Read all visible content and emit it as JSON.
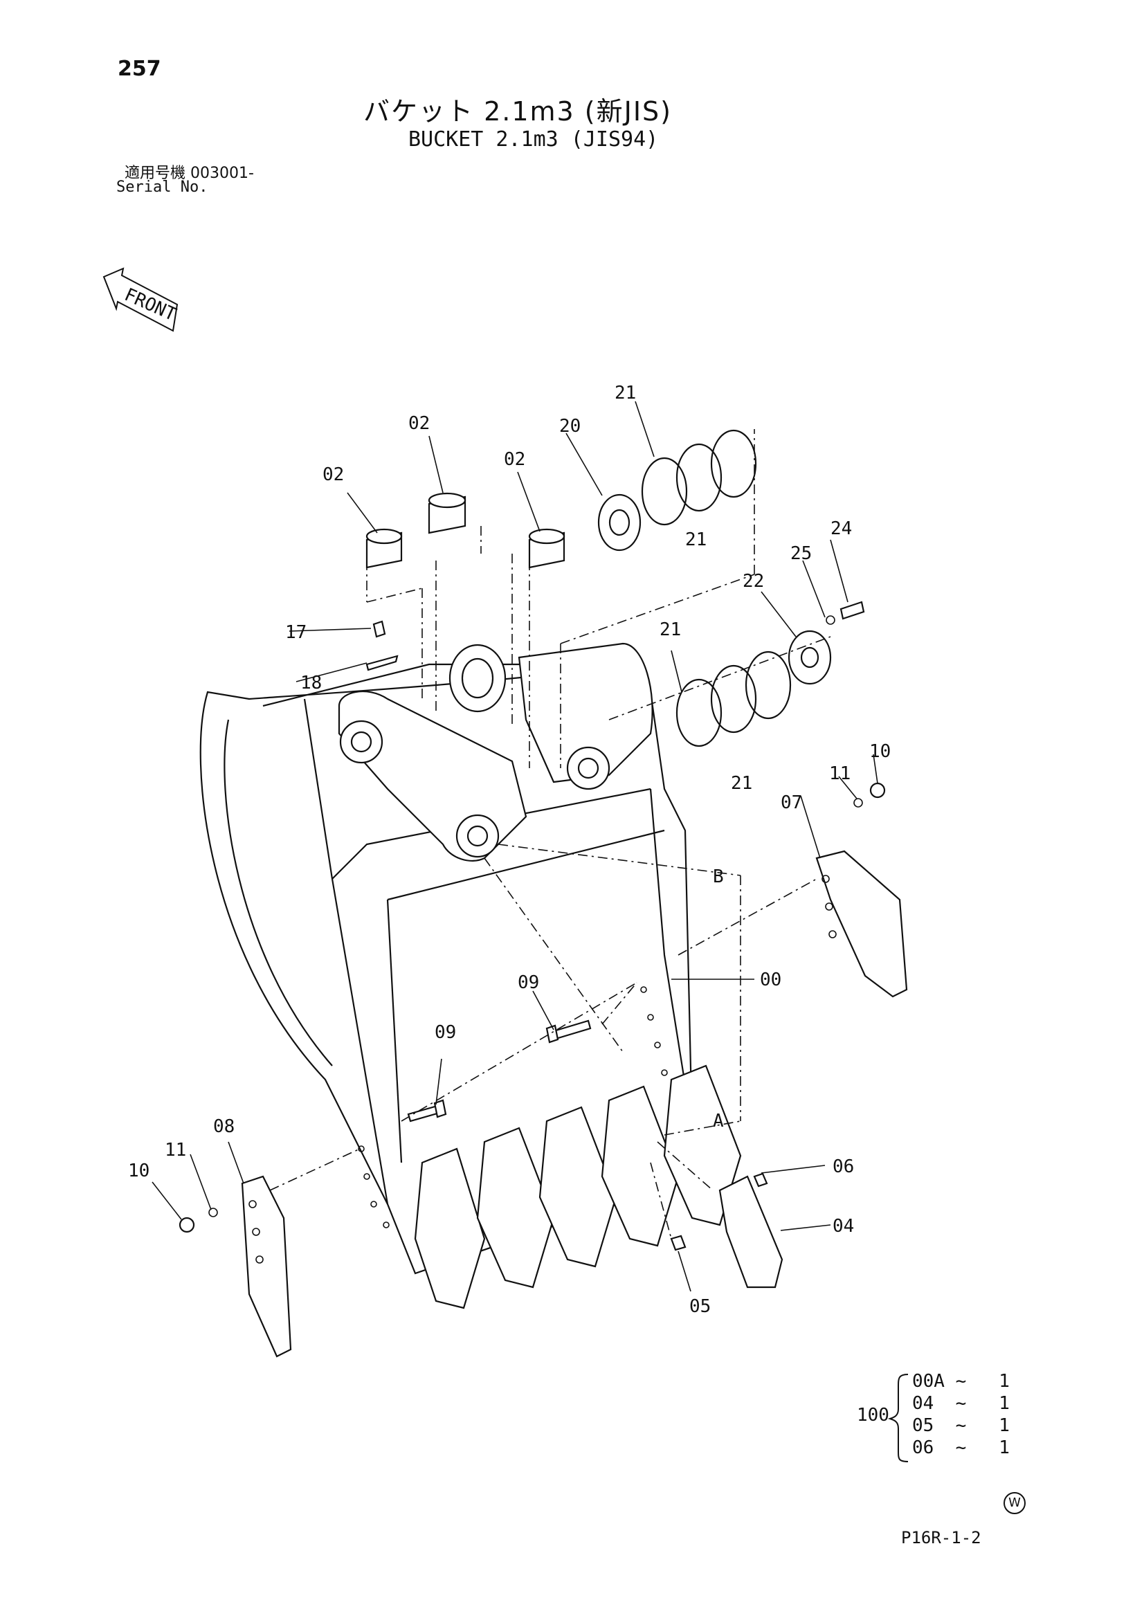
{
  "header": {
    "page_number": "257",
    "title_jp": "バケット 2.1m3 (新JIS)",
    "title_en": "BUCKET 2.1m3 (JIS94)",
    "serial_label_jp": "適用号機 003001-",
    "serial_label_en": "Serial No."
  },
  "front_indicator": "FRONT",
  "part_labels": [
    "00",
    "02",
    "02",
    "02",
    "04",
    "05",
    "06",
    "07",
    "08",
    "09",
    "09",
    "10",
    "10",
    "11",
    "11",
    "17",
    "18",
    "20",
    "21",
    "21",
    "21",
    "21",
    "22",
    "24",
    "25"
  ],
  "reference_labels": [
    "A",
    "B"
  ],
  "kit": {
    "prefix": "100",
    "rows": [
      {
        "part": "00A",
        "sep": "~",
        "qty": "1"
      },
      {
        "part": "04",
        "sep": "~",
        "qty": "1"
      },
      {
        "part": "05",
        "sep": "~",
        "qty": "1"
      },
      {
        "part": "06",
        "sep": "~",
        "qty": "1"
      }
    ]
  },
  "w_mark": "W",
  "drawing_code": "P16R-1-2"
}
